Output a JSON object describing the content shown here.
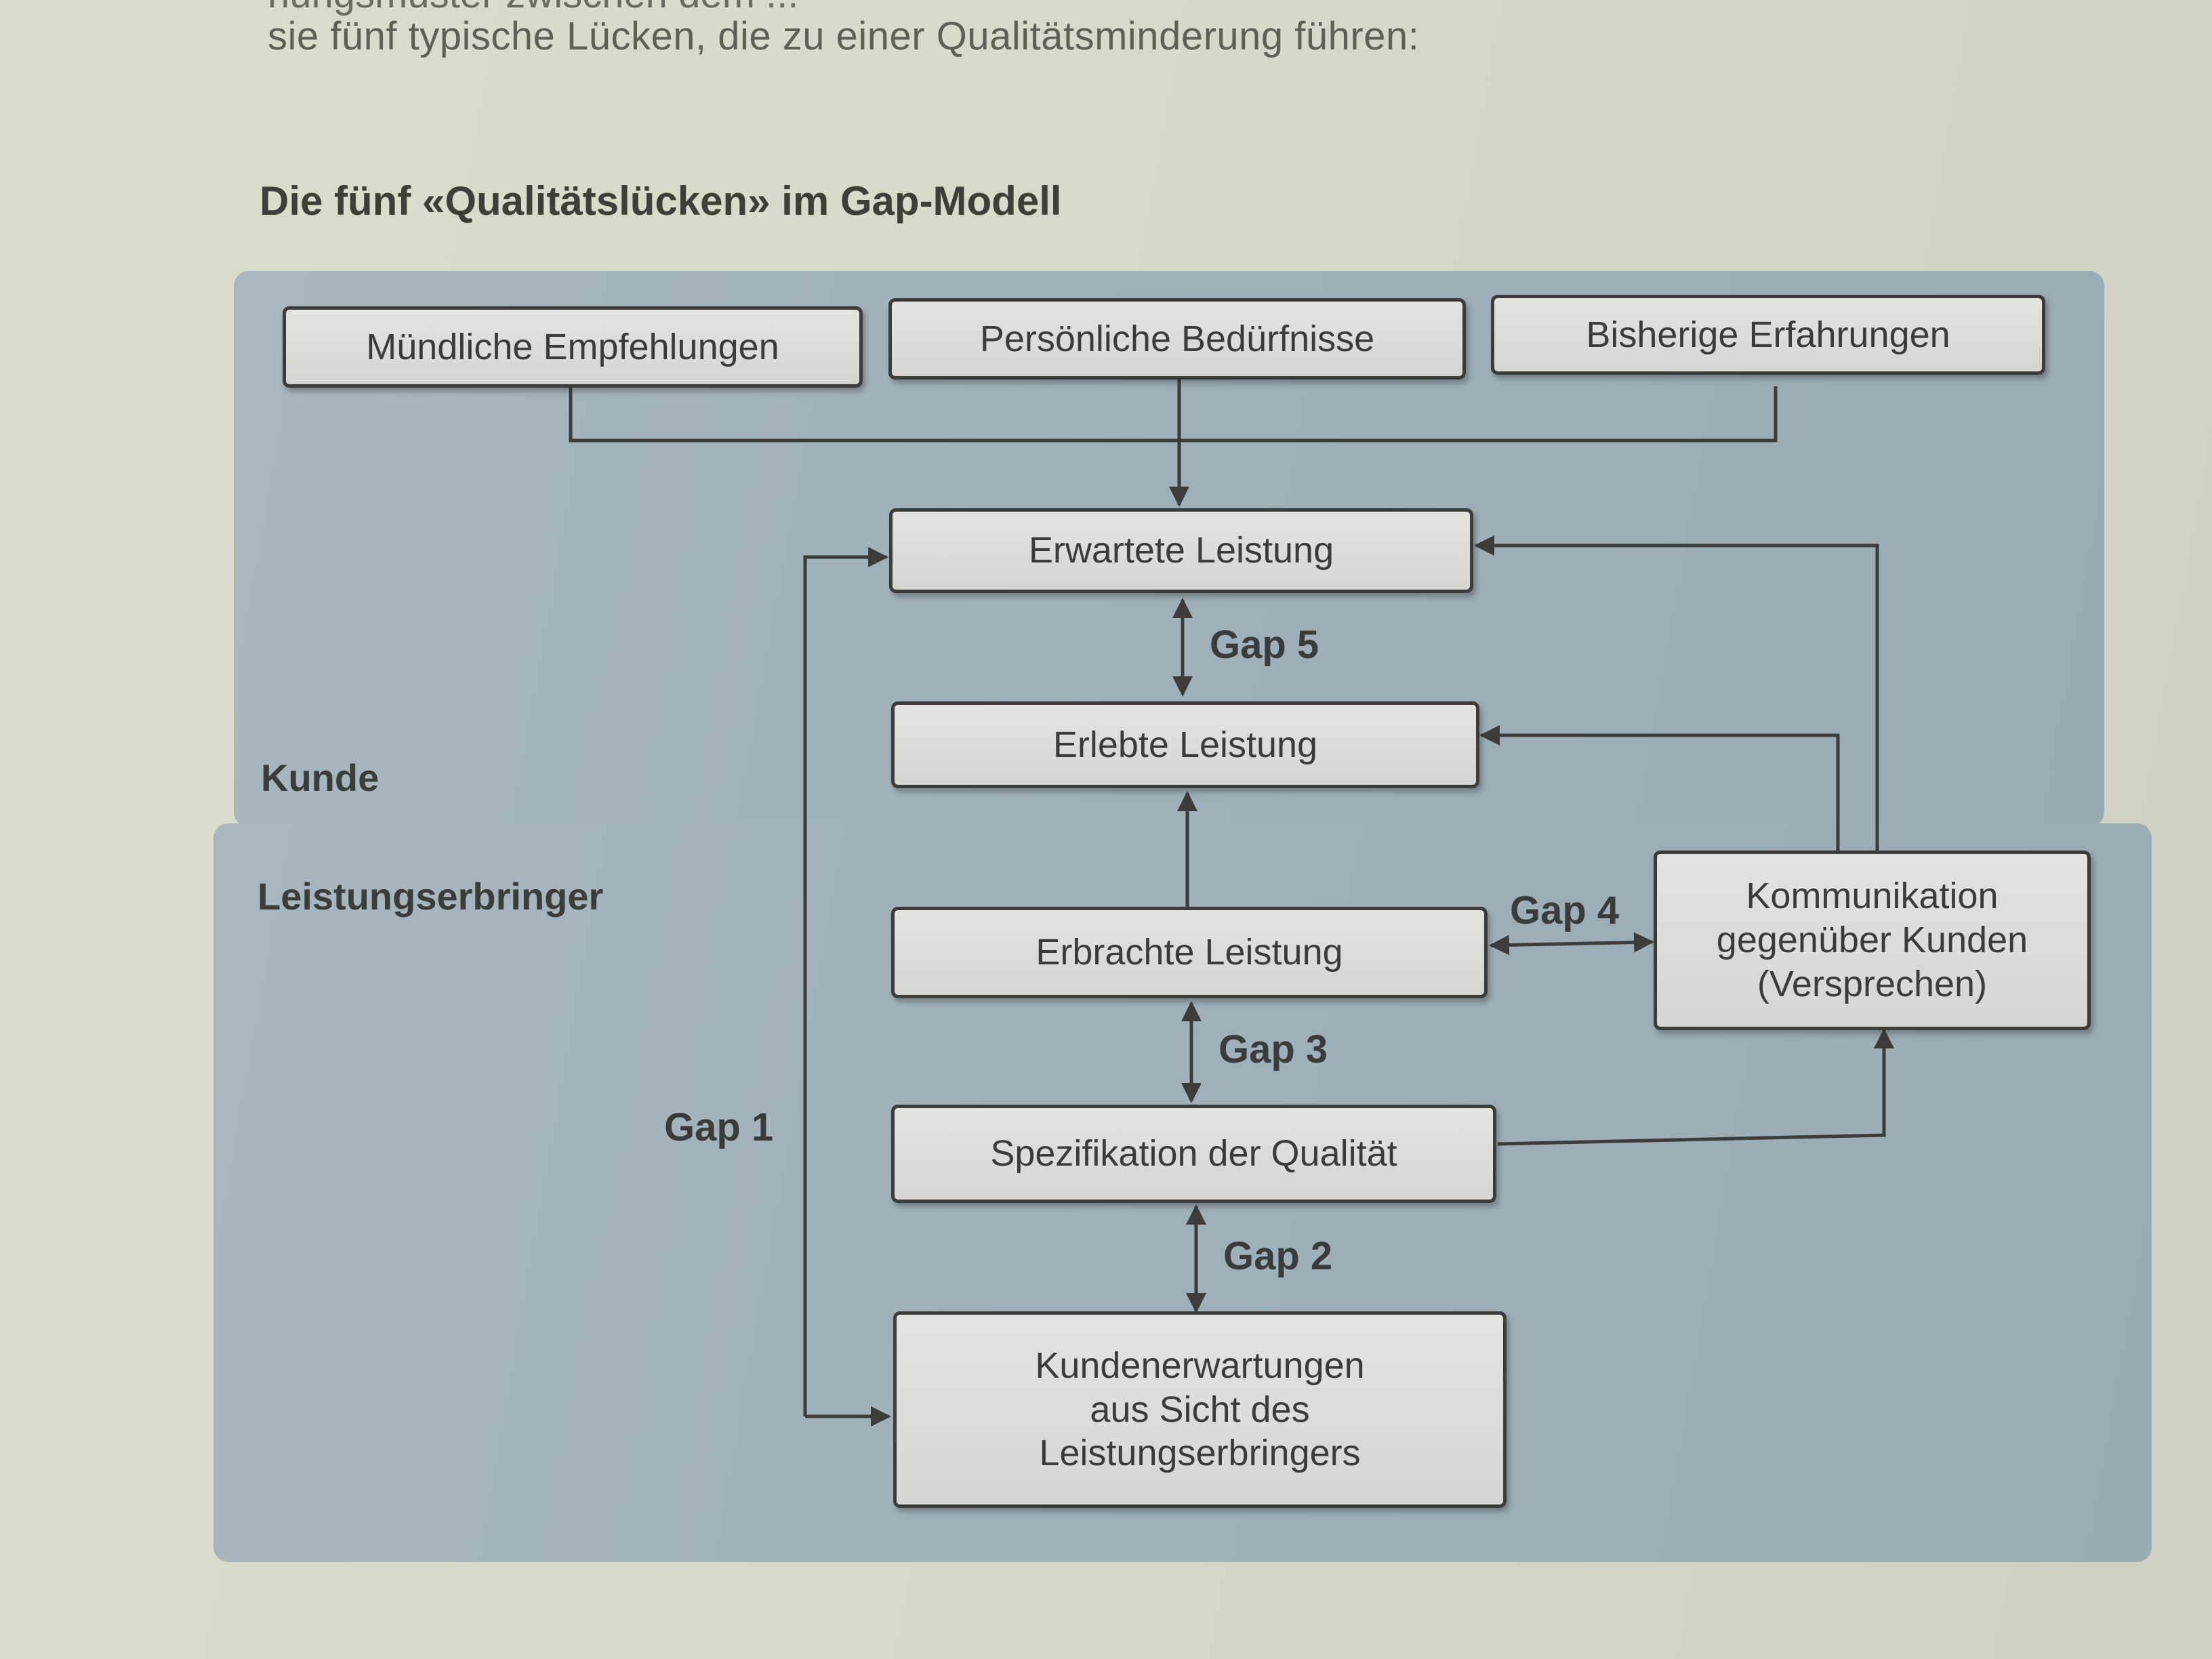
{
  "page": {
    "intro_fragment": "hungsmuster zwischen dem ...",
    "intro_line": "sie fünf typische Lücken, die zu einer Qualitätsminderung führen:",
    "figure_title": "Die fünf «Qualitätslücken» im Gap-Modell"
  },
  "zones": {
    "customer": "Kunde",
    "provider": "Leistungserbringer"
  },
  "boxes": {
    "word_of_mouth": "Mündliche Empfehlungen",
    "personal_needs": "Persönliche Bedürfnisse",
    "past_experience": "Bisherige Erfahrungen",
    "expected_service": "Erwartete Leistung",
    "perceived_service": "Erlebte Leistung",
    "delivered_service": "Erbrachte Leistung",
    "communication": "Kommunikation\ngegenüber Kunden\n(Versprechen)",
    "quality_spec": "Spezifikation der Qualität",
    "management_perception": "Kundenerwartungen\naus Sicht des\nLeistungserbringers"
  },
  "gaps": {
    "gap1": "Gap 1",
    "gap2": "Gap 2",
    "gap3": "Gap 3",
    "gap4": "Gap 4",
    "gap5": "Gap 5"
  },
  "colors": {
    "panel": "#a2b2bc",
    "box": "#dcdbd6",
    "line": "#3c3d3b"
  }
}
